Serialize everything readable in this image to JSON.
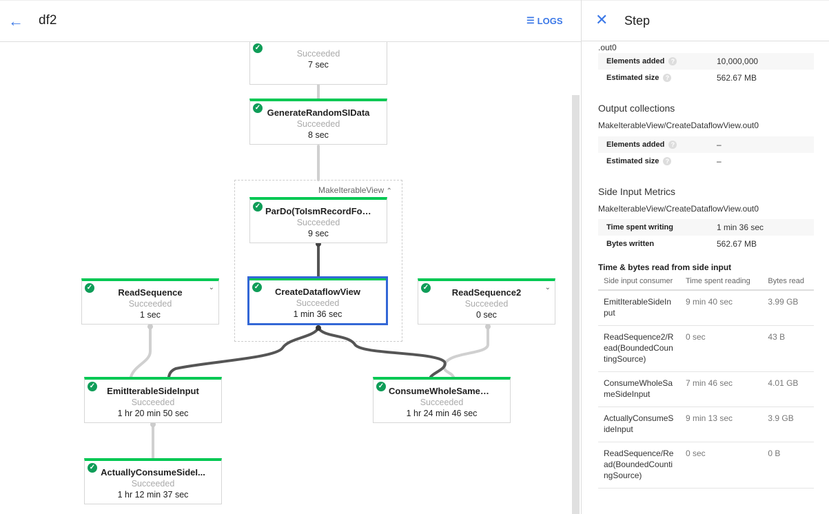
{
  "header": {
    "back_icon": "arrow-left-icon",
    "job_name": "df2",
    "logs_label": "LOGS",
    "logs_icon": "list-icon"
  },
  "graph": {
    "group_label": "MakeIterableView",
    "nodes": [
      {
        "name": "",
        "status": "Succeeded",
        "duration": "7 sec"
      },
      {
        "name": "GenerateRandomSIData",
        "status": "Succeeded",
        "duration": "8 sec"
      },
      {
        "name": "ParDo(ToIsmRecordFor...",
        "status": "Succeeded",
        "duration": "9 sec"
      },
      {
        "name": "CreateDataflowView",
        "status": "Succeeded",
        "duration": "1 min 36 sec"
      },
      {
        "name": "ReadSequence",
        "status": "Succeeded",
        "duration": "1 sec"
      },
      {
        "name": "ReadSequence2",
        "status": "Succeeded",
        "duration": "0 sec"
      },
      {
        "name": "EmitIterableSideInput",
        "status": "Succeeded",
        "duration": "1 hr 20 min 50 sec"
      },
      {
        "name": "ConsumeWholeSameSi...",
        "status": "Succeeded",
        "duration": "1 hr 24 min 46 sec"
      },
      {
        "name": "ActuallyConsumeSideI...",
        "status": "Succeeded",
        "duration": "1 hr 12 min 37 sec"
      }
    ],
    "colors": {
      "success": "#00c853",
      "selected": "#3367d6"
    }
  },
  "panel": {
    "title": "Step",
    "input_tail": ".out0",
    "input_metrics": [
      {
        "label": "Elements added",
        "value": "10,000,000"
      },
      {
        "label": "Estimated size",
        "value": "562.67 MB"
      }
    ],
    "output_title": "Output collections",
    "output_name": "MakeIterableView/CreateDataflowView.out0",
    "output_metrics": [
      {
        "label": "Elements added",
        "value": "–"
      },
      {
        "label": "Estimated size",
        "value": "–"
      }
    ],
    "side_title": "Side Input Metrics",
    "side_name": "MakeIterableView/CreateDataflowView.out0",
    "side_metrics": [
      {
        "label": "Time spent writing",
        "value": "1 min 36 sec"
      },
      {
        "label": "Bytes written",
        "value": "562.67 MB"
      }
    ],
    "read_title": "Time & bytes read from side input",
    "columns": [
      "Side input consumer",
      "Time spent reading",
      "Bytes read"
    ],
    "rows": [
      [
        "EmitIterableSideInput",
        "9 min 40 sec",
        "3.99 GB"
      ],
      [
        "ReadSequence2/Read(BoundedCountingSource)",
        "0 sec",
        "43 B"
      ],
      [
        "ConsumeWholeSameSideInput",
        "7 min 46 sec",
        "4.01 GB"
      ],
      [
        "ActuallyConsumeSideInput",
        "9 min 13 sec",
        "3.9 GB"
      ],
      [
        "ReadSequence/Read(BoundedCountingSource)",
        "0 sec",
        "0 B"
      ]
    ]
  }
}
